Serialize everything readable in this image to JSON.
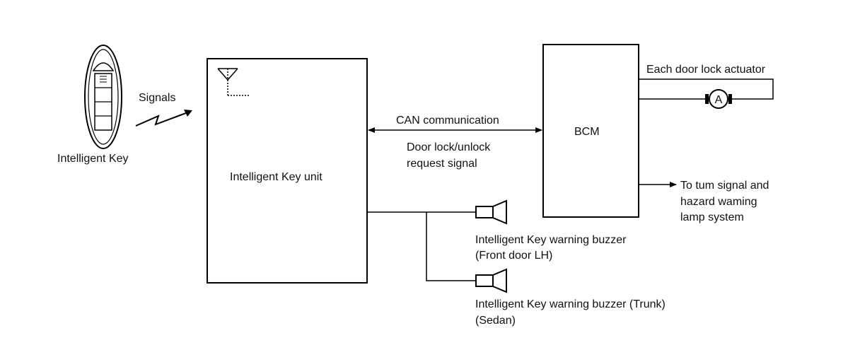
{
  "labels": {
    "intelligent_key": "Intelligent Key",
    "signals": "Signals",
    "key_unit": "Intelligent Key unit",
    "can_comm": "CAN communication",
    "door_req_1": "Door lock/unlock",
    "door_req_2": "request signal",
    "bcm": "BCM",
    "door_actuator": "Each door lock actuator",
    "motor_symbol": "A",
    "turn_1": "To tum signal and",
    "turn_2": "hazard waming",
    "turn_3": "lamp system",
    "buzzer_front_1": "Intelligent Key warning buzzer",
    "buzzer_front_2": "(Front door LH)",
    "buzzer_trunk_1": "Intelligent Key warning buzzer (Trunk)",
    "buzzer_trunk_2": "(Sedan)"
  }
}
